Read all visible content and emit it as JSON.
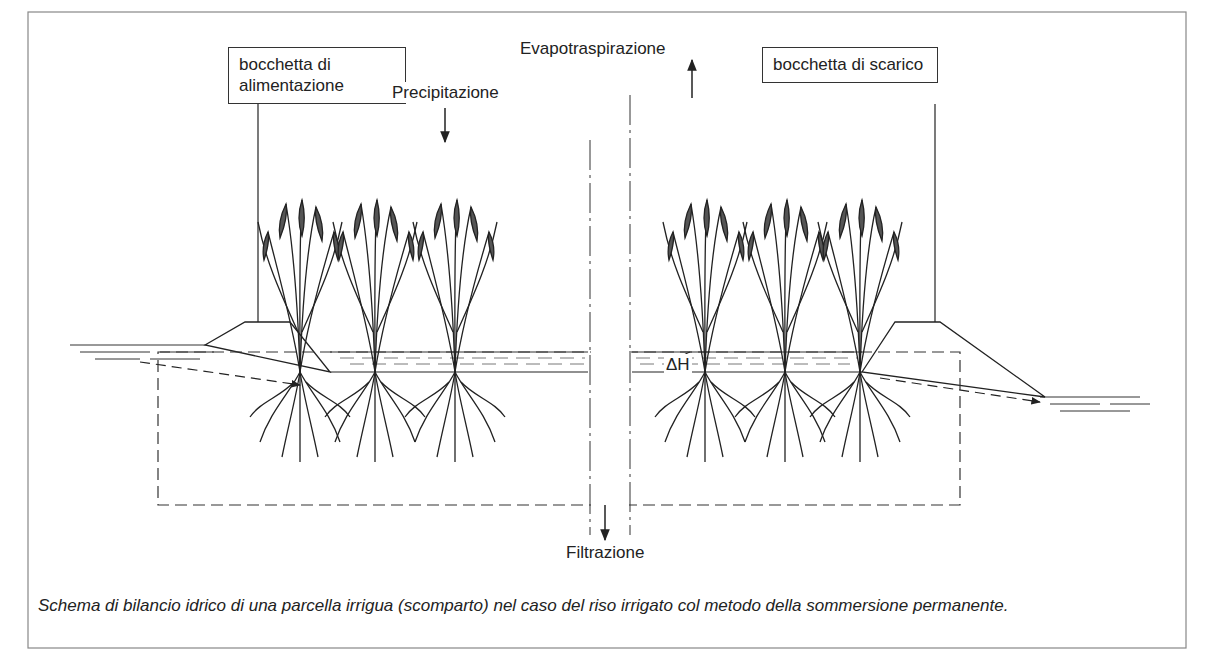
{
  "diagram": {
    "caption": "Schema di bilancio idrico di una parcella irrigua (scomparto) nel caso del riso irrigato col metodo della sommersione permanente.",
    "nodes": [
      {
        "text": [
          "bocchetta di alimentazione"
        ]
      },
      {
        "text": [
          "bocchetta di scarico"
        ]
      }
    ],
    "labels": [
      "Precipitazione",
      "Evapotraspirazione",
      "ΔH",
      "Filtrazione"
    ]
  }
}
